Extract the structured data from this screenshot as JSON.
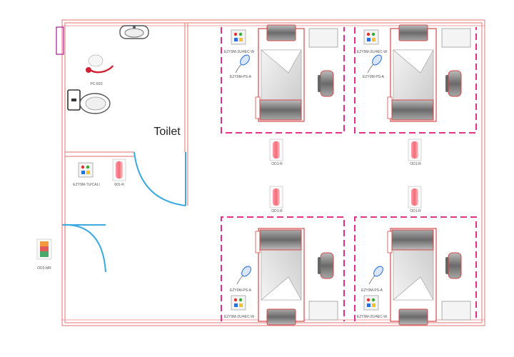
{
  "rooms": {
    "toilet": "Toilet"
  },
  "devices": {
    "sink": "",
    "pull_cord": "PC-810",
    "toilet_panel": "EZY9M-TU/CALI",
    "toilet_light": "601-R",
    "door_light": "OD3-MR",
    "corridor_light_1": "OD1-R",
    "corridor_light_2": "OD1-R",
    "corridor_light_3": "OD1-R",
    "corridor_light_4": "OD1-R",
    "bed1_panel": "EZY9M-2U/4EC-W",
    "bed1_handset": "EZY9M-PS-A",
    "bed2_panel": "EZY9M-2U/4EC-W",
    "bed2_handset": "EZY9M-PS-A",
    "bed3_handset": "EZY9M-PS-A",
    "bed3_panel": "EZY9M-2U/4EC-W",
    "bed4_handset": "EZY9M-PS-A",
    "bed4_panel": "EZY9M-2U/4EC-W"
  },
  "colors": {
    "wall": "#e88a8a",
    "bay": "#e0187a",
    "door": "#3aa9e0",
    "bed_frame": "#d24848",
    "device": "#f06c78",
    "chair": "#555555",
    "door_mag": "#b03aa0"
  }
}
